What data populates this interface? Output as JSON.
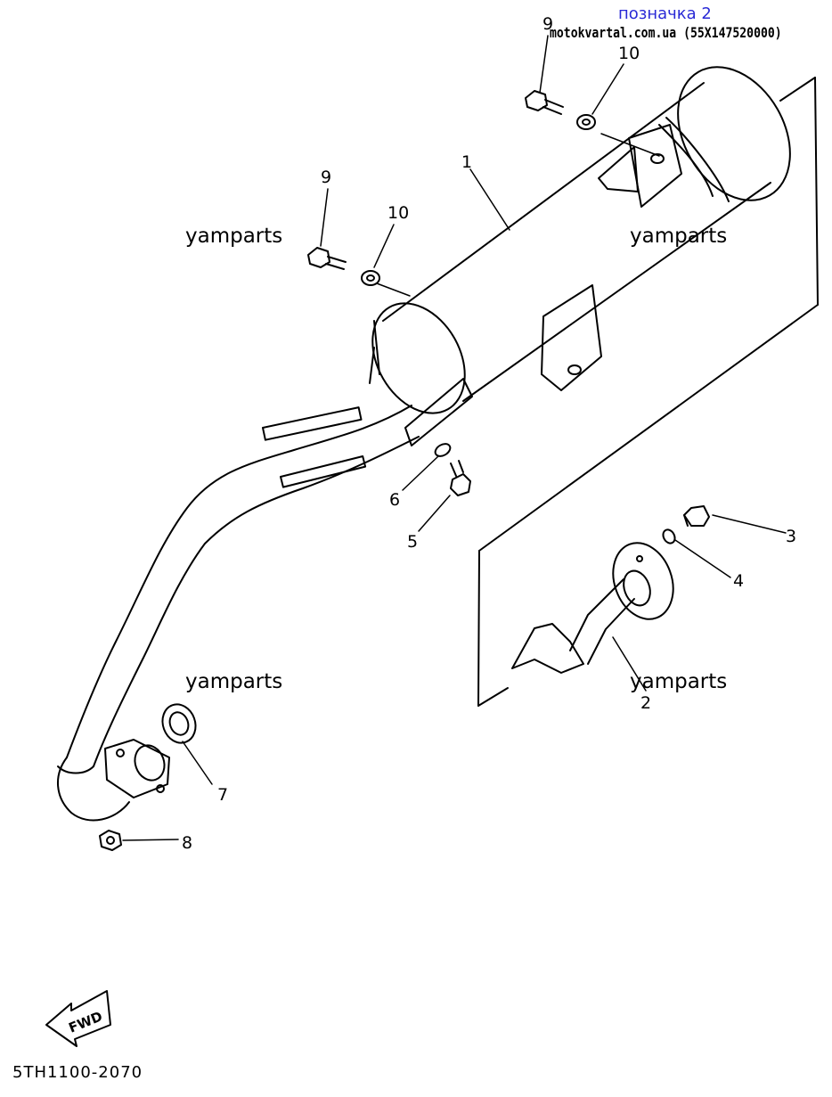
{
  "header": {
    "label": "позначка 2",
    "source": "motokvartal.com.ua (55X147520000)",
    "label_color": "#2a2ad6"
  },
  "watermarks": [
    "yamparts",
    "yamparts",
    "yamparts",
    "yamparts"
  ],
  "callouts": {
    "muffler": "1",
    "spark_arrester": "2",
    "arrester_bolt": "3",
    "arrester_washer": "4",
    "bracket_bolt": "5",
    "bracket_washer": "6",
    "exhaust_gasket": "7",
    "flange_nut": "8",
    "mount_bolt_front": "9",
    "mount_washer_front": "10",
    "mount_bolt_rear": "9",
    "mount_washer_rear": "10"
  },
  "fwd_label": "FWD",
  "diagram_code": "5TH1100-2070"
}
